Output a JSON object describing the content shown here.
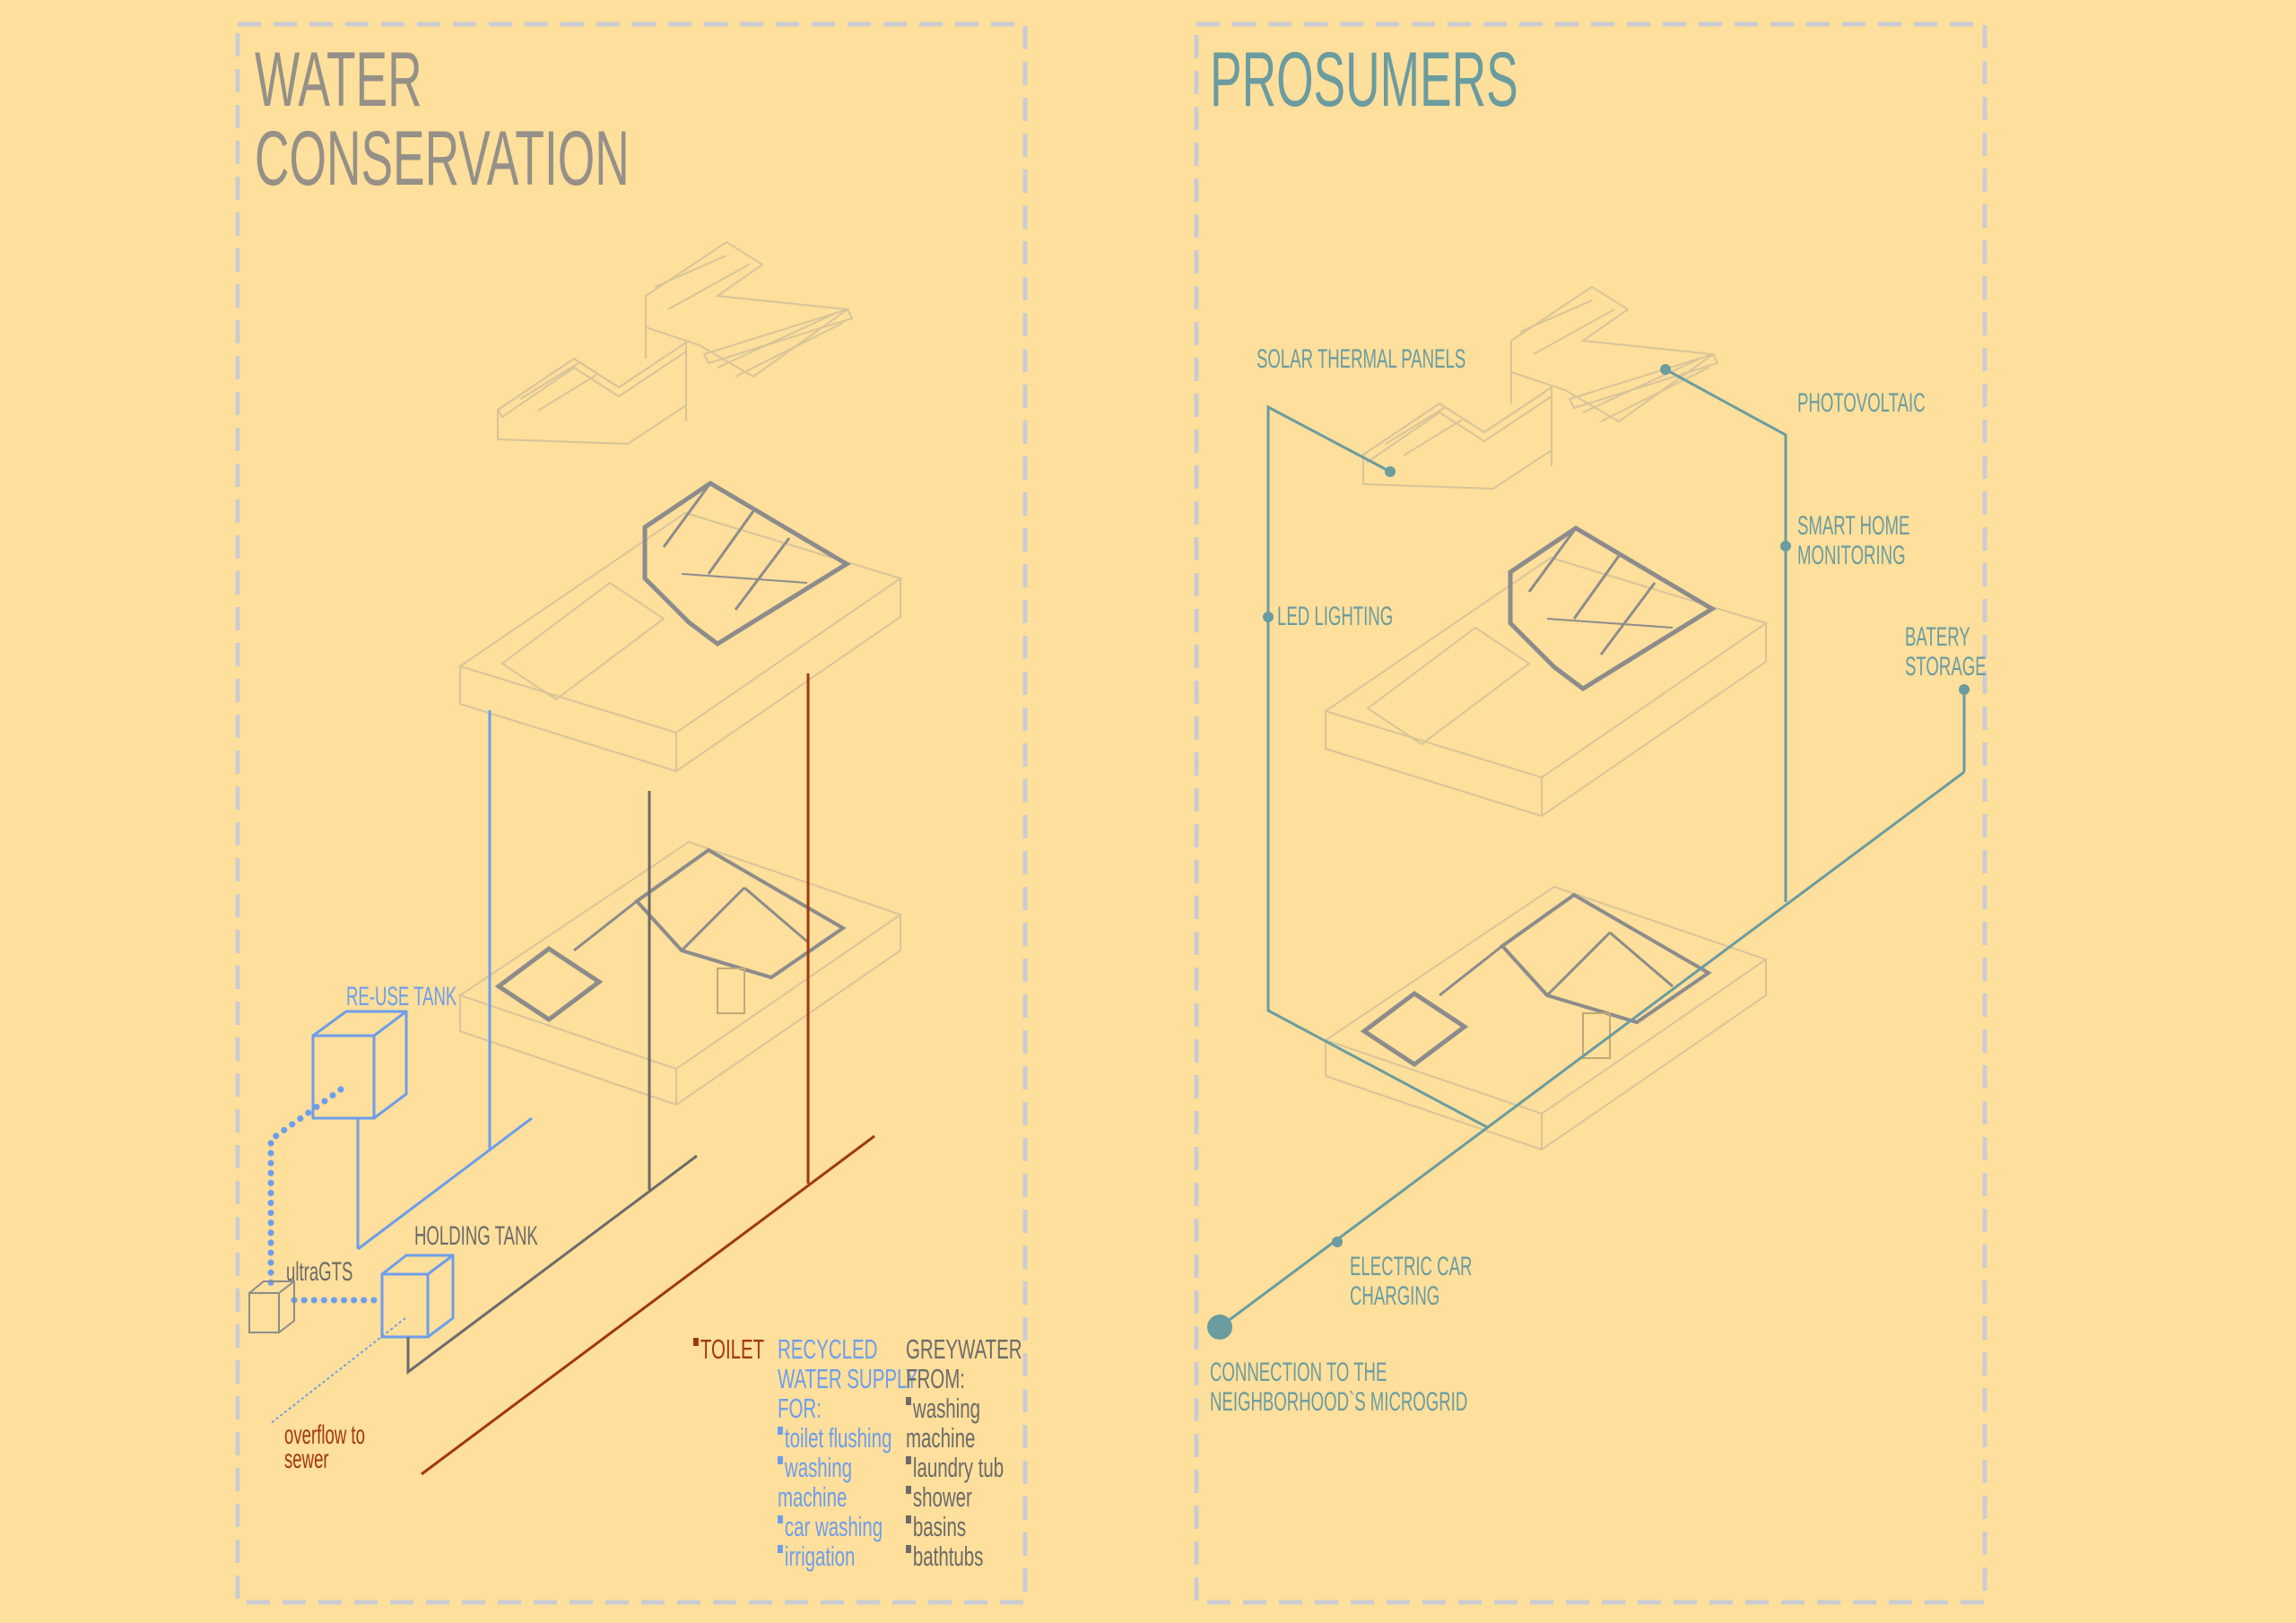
{
  "colors": {
    "background": "#fedf9b",
    "recycled": "#6d9eeb",
    "greywater": "#6b6b6b",
    "toilet": "#a0380e",
    "prosumer": "#6a9ca0",
    "frame": "#c9ccd2"
  },
  "water": {
    "title_line1": "WATER",
    "title_line2": "CONSERVATION",
    "reuse_tank": "RE-USE TANK",
    "holding_tank": "HOLDING TANK",
    "ultragts": "ultraGTS",
    "overflow_line1": "overflow to",
    "overflow_line2": "sewer",
    "legend": {
      "toilet": "TOILET",
      "recycled": [
        "RECYCLED",
        "WATER SUPPLY",
        "FOR:"
      ],
      "recycled_items": [
        "toilet flushing",
        "washing",
        "machine",
        "car washing",
        "irrigation"
      ],
      "greywater": [
        "GREYWATER",
        "FROM:"
      ],
      "greywater_items": [
        "washing",
        "machine",
        "laundry tub",
        "shower",
        "basins",
        "bathtubs"
      ]
    }
  },
  "prosumers": {
    "title": "PROSUMERS",
    "solar_thermal": "SOLAR THERMAL PANELS",
    "photovoltaic": "PHOTOVOLTAIC",
    "smart_home_1": "SMART HOME",
    "smart_home_2": "MONITORING",
    "led": "LED LIGHTING",
    "battery_1": "BATERY",
    "battery_2": "STORAGE",
    "ev_1": "ELECTRIC CAR",
    "ev_2": "CHARGING",
    "grid_1": "CONNECTION TO THE",
    "grid_2": "NEIGHBORHOOD`S MICROGRID"
  }
}
